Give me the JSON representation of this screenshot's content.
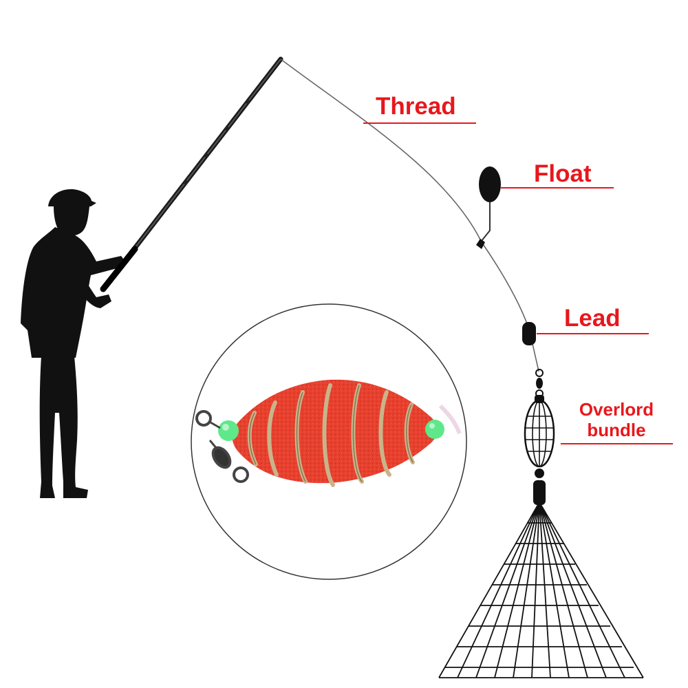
{
  "labels": {
    "thread": "Thread",
    "float": "Float",
    "lead": "Lead",
    "bundle_line1": "Overlord",
    "bundle_line2": "bundle"
  },
  "colors": {
    "label": "#e8171c",
    "silhouette": "#111111",
    "bait": "#e8412f",
    "coil": "#c9b48a",
    "bead": "#5ee88a",
    "line": "#555555"
  },
  "icons": {
    "angler": "angler-silhouette-icon",
    "rod": "fishing-rod-icon",
    "float": "float-icon",
    "lead": "lead-sinker-icon",
    "bundle": "overlord-bundle-icon",
    "net": "hook-net-icon",
    "bait": "spring-bait-cage-icon"
  }
}
